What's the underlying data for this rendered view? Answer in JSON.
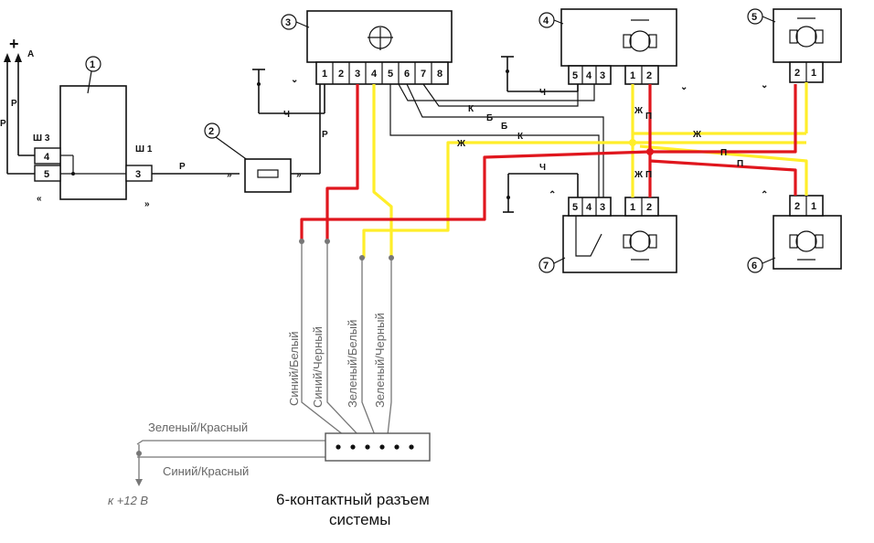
{
  "components": {
    "c1": "1",
    "c2": "2",
    "c3": "3",
    "c4": "4",
    "c5": "5",
    "c6": "6",
    "c7": "7"
  },
  "connectors": {
    "sh3": "Ш 3",
    "sh1": "Ш 1"
  },
  "pins": {
    "sh3_a": "4",
    "sh3_b": "5",
    "sh1_a": "3",
    "c3_pins": [
      "1",
      "2",
      "3",
      "4",
      "5",
      "6",
      "7",
      "8"
    ],
    "c4_left_pins": [
      "5",
      "4",
      "3"
    ],
    "c4_right_pins": [
      "1",
      "2"
    ],
    "c5_pins": [
      "2",
      "1"
    ],
    "c6_pins": [
      "2",
      "1"
    ],
    "c7_left_pins": [
      "5",
      "4",
      "3"
    ],
    "c7_right_pins": [
      "1",
      "2"
    ]
  },
  "wire_letters": {
    "plus": "+",
    "a": "А",
    "p1": "Р",
    "p2": "Р",
    "p3": "Р",
    "p4": "Р",
    "ch1": "Ч",
    "ch2": "Ч",
    "ch3": "Ч",
    "k1": "К",
    "b1": "Б",
    "b2": "Б",
    "k2": "К",
    "zh1": "Ж",
    "zh2": "Ж",
    "zh3": "Ж",
    "zh4": "Ж",
    "p_r1": "П",
    "p_r2": "П",
    "p_r3": "П",
    "p_r4": "П"
  },
  "wire_names": {
    "w1": "Синий/Белый",
    "w2": "Синий/Черный",
    "w3": "Зеленый/Белый",
    "w4": "Зеленый/Черный",
    "w5": "Зеленый/Красный",
    "w6": "Синий/Красный",
    "to12v": "к +12 В"
  },
  "caption": {
    "line1": "6-контактный разъем",
    "line2": "системы"
  },
  "colors": {
    "red_wire": "#e0161d",
    "yellow_wire": "#ffee2a",
    "harness_gray": "#777777"
  }
}
